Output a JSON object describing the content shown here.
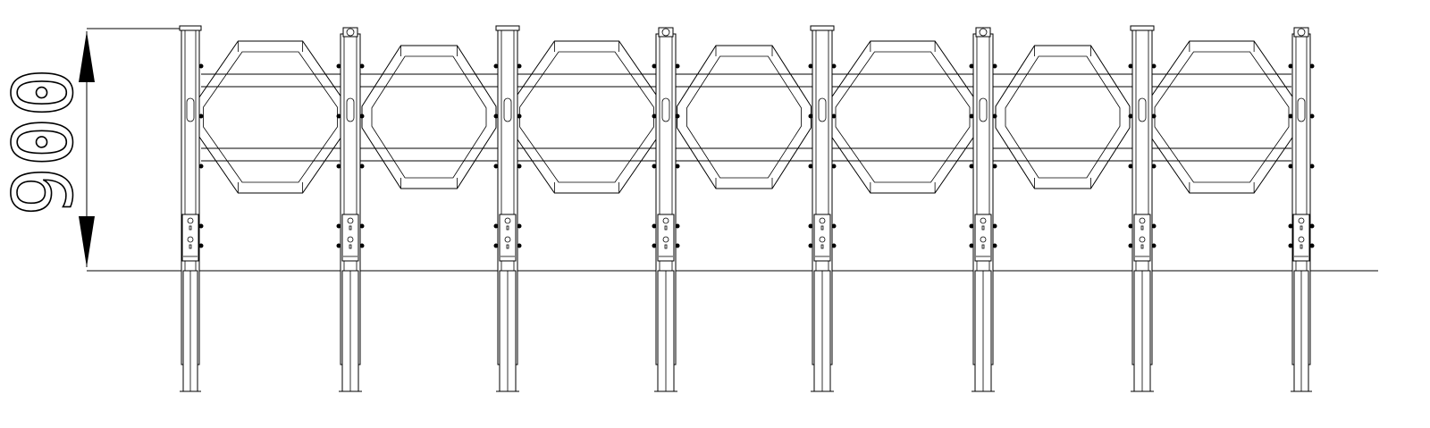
{
  "drawing": {
    "dimension_height": "900",
    "post_count": 8,
    "panel_count": 7
  },
  "colors": {
    "line": "#000000",
    "background": "#ffffff"
  }
}
